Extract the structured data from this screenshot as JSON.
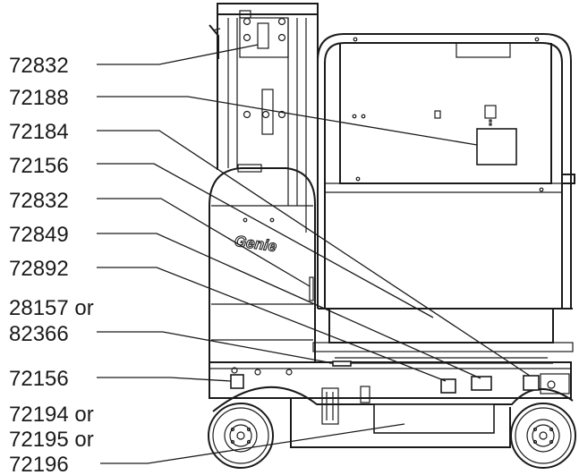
{
  "brand": "Genie",
  "callouts": [
    {
      "id": "c1",
      "lines": [
        "72832"
      ]
    },
    {
      "id": "c2",
      "lines": [
        "72188"
      ]
    },
    {
      "id": "c3",
      "lines": [
        "72184"
      ]
    },
    {
      "id": "c4",
      "lines": [
        "72156"
      ]
    },
    {
      "id": "c5",
      "lines": [
        "72832"
      ]
    },
    {
      "id": "c6",
      "lines": [
        "72849"
      ]
    },
    {
      "id": "c7",
      "lines": [
        "72892"
      ]
    },
    {
      "id": "c8",
      "lines": [
        "28157 or",
        "82366"
      ]
    },
    {
      "id": "c9",
      "lines": [
        "72156"
      ]
    },
    {
      "id": "c10",
      "lines": [
        "72194 or",
        "72195 or",
        "72196"
      ]
    }
  ]
}
